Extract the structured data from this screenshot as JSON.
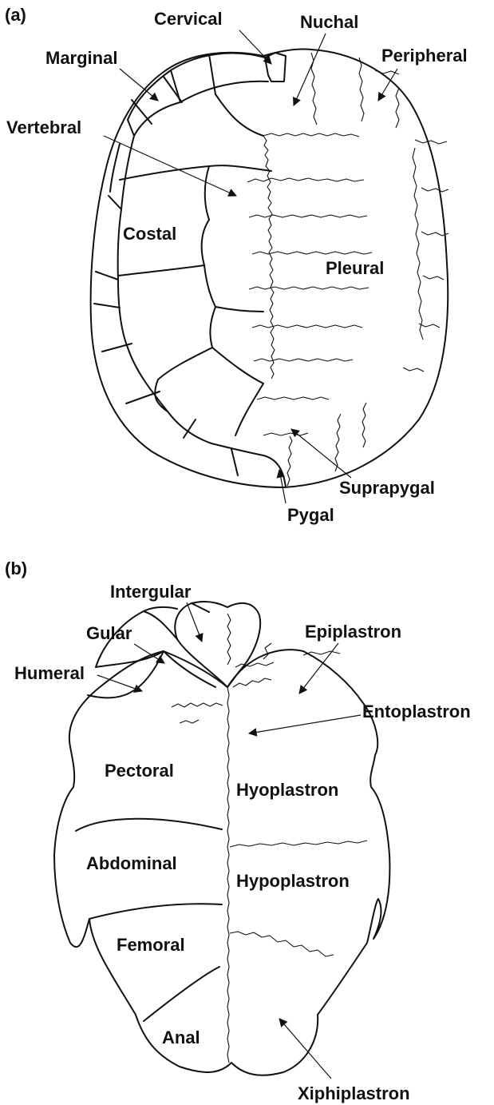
{
  "panel_a": {
    "tag": "(a)",
    "labels": {
      "cervical": "Cervical",
      "nuchal": "Nuchal",
      "marginal": "Marginal",
      "peripheral": "Peripheral",
      "vertebral": "Vertebral",
      "costal": "Costal",
      "pleural": "Pleural",
      "suprapygal": "Suprapygal",
      "pygal": "Pygal"
    }
  },
  "panel_b": {
    "tag": "(b)",
    "labels": {
      "intergular": "Intergular",
      "gular": "Gular",
      "epiplastron": "Epiplastron",
      "humeral": "Humeral",
      "entoplastron": "Entoplastron",
      "pectoral": "Pectoral",
      "hyoplastron": "Hyoplastron",
      "abdominal": "Abdominal",
      "hypoplastron": "Hypoplastron",
      "femoral": "Femoral",
      "anal": "Anal",
      "xiphiplastron": "Xiphiplastron"
    }
  },
  "colors": {
    "ink": "#111111",
    "background": "#ffffff"
  }
}
